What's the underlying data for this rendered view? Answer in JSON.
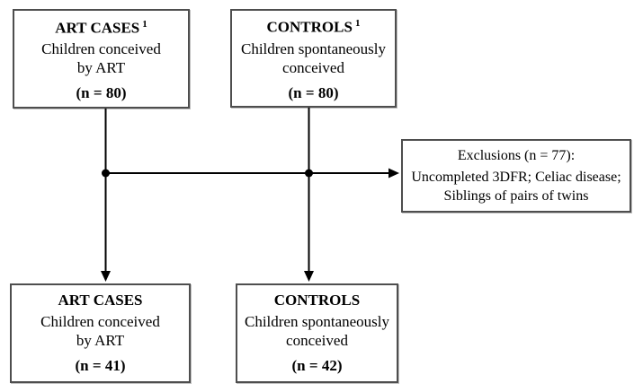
{
  "diagram": {
    "boxes": {
      "art_top": {
        "title": "ART CASES",
        "superscript": "1",
        "desc_line1": "Children conceived",
        "desc_line2": "by ART",
        "n_label": "(n = 80)"
      },
      "controls_top": {
        "title": "CONTROLS",
        "superscript": "1",
        "desc_line1": "Children spontaneously",
        "desc_line2": "conceived",
        "n_label": "(n = 80)"
      },
      "exclusions": {
        "title": "Exclusions (n = 77):",
        "desc_line1": "Uncompleted 3DFR; Celiac disease;",
        "desc_line2": "Siblings of pairs of twins"
      },
      "art_bottom": {
        "title": "ART CASES",
        "desc_line1": "Children conceived",
        "desc_line2": "by ART",
        "n_label": "(n = 41)"
      },
      "controls_bottom": {
        "title": "CONTROLS",
        "desc_line1": "Children spontaneously",
        "desc_line2": "conceived",
        "n_label": "(n = 42)"
      }
    },
    "colors": {
      "box_border": "#4e4e4e",
      "text": "#000000",
      "connector": "#000000",
      "background": "#ffffff"
    }
  }
}
